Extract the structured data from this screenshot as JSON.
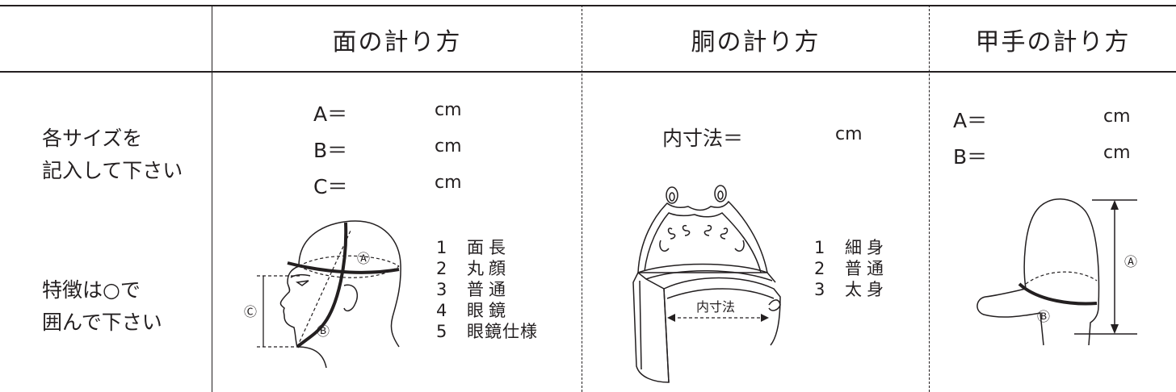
{
  "headers": {
    "men": "面の計り方",
    "do": "胴の計り方",
    "kote": "甲手の計り方"
  },
  "instructions": {
    "line1": "各サイズを",
    "line2": "記入して下さい",
    "line3": "特徴は○で",
    "line4": "囲んで下さい"
  },
  "men": {
    "measures": [
      {
        "label": "A＝",
        "unit": "cm"
      },
      {
        "label": "B＝",
        "unit": "cm"
      },
      {
        "label": "C＝",
        "unit": "cm"
      }
    ],
    "options": [
      {
        "num": "1",
        "text": "面長"
      },
      {
        "num": "2",
        "text": "丸顔"
      },
      {
        "num": "3",
        "text": "普通"
      },
      {
        "num": "4",
        "text": "眼鏡"
      },
      {
        "num": "5",
        "text": "眼鏡仕様"
      }
    ],
    "markers": {
      "a": "Ⓐ",
      "b": "Ⓑ",
      "c": "Ⓒ"
    }
  },
  "do": {
    "measure": {
      "label": "内寸法＝",
      "unit": "cm"
    },
    "diagram_label": "内寸法",
    "options": [
      {
        "num": "1",
        "text": "細身"
      },
      {
        "num": "2",
        "text": "普通"
      },
      {
        "num": "3",
        "text": "太身"
      }
    ]
  },
  "kote": {
    "measures": [
      {
        "label": "A＝",
        "unit": "cm"
      },
      {
        "label": "B＝",
        "unit": "cm"
      }
    ],
    "markers": {
      "a": "Ⓐ",
      "b": "Ⓑ"
    }
  }
}
